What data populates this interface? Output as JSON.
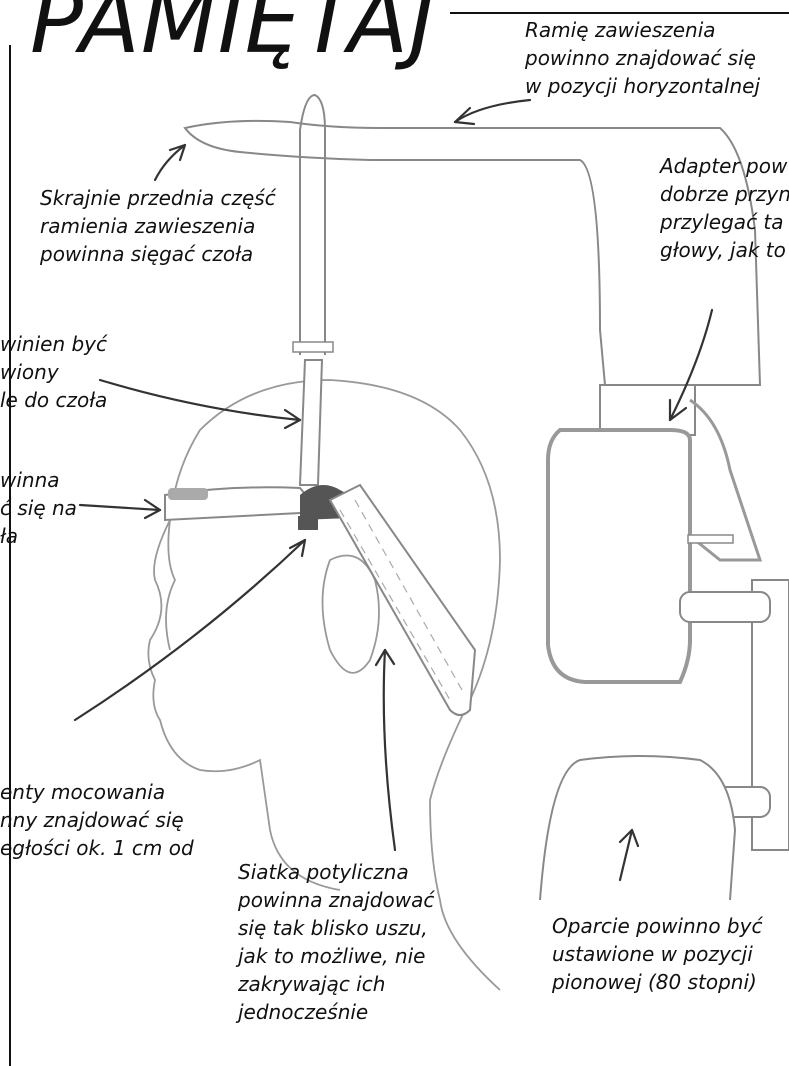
{
  "title": "PAMIĘTAJ",
  "captions": {
    "arm_horizontal": "Ramię zawieszenia\npowinno znajdować się\nw pozycji horyzontalnej",
    "arm_front": "Skrajnie przednia część\nramienia zawieszenia\npowinna sięgać czoła",
    "adapter": "Adapter pow\ndobrze przyn\nprzylegać ta\ngłowy, jak to",
    "strap_forehead": "winien być\nwiony\nle do czoła",
    "pad_forehead": "winna\nć się na\nła",
    "fasteners": "enty mocowania\nnny znajdować się\negłości ok. 1 cm od",
    "occipital_net": "Siatka potyliczna\npowinna znajdować\nsię tak blisko uszu,\njak to możliwe, nie\nzakrywając ich\njednocześnie",
    "backrest": "Oparcie powinno być\nustawione w pozycji\npionowej (80 stopni)"
  }
}
